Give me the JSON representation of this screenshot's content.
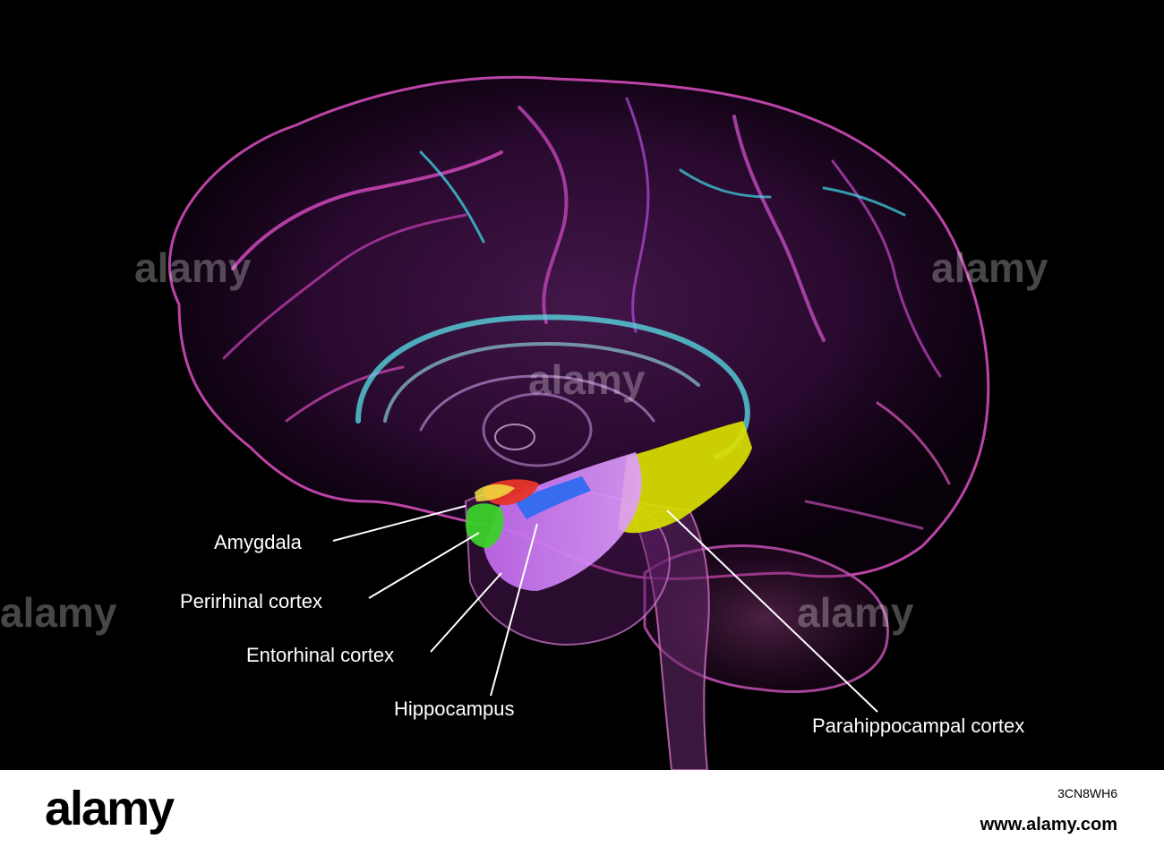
{
  "labels": {
    "amygdala": "Amygdala",
    "perirhinal": "Perirhinal cortex",
    "entorhinal": "Entorhinal cortex",
    "hippocampus": "Hippocampus",
    "parahippocampal": "Parahippocampal cortex"
  },
  "watermark": {
    "text": "alamy"
  },
  "footer": {
    "logo": "alamy",
    "image_id": "3CN8WH6",
    "url": "www.alamy.com"
  },
  "colors": {
    "background": "#000000",
    "amygdala": "#e8342a",
    "perirhinal": "#3bd12a",
    "entorhinal": "#2f6cf0",
    "hippocampus": "#c56cf2",
    "parahippocampal": "#d9e000",
    "brain_magenta": "#b0208f",
    "brain_cyan": "#40e0e8"
  }
}
